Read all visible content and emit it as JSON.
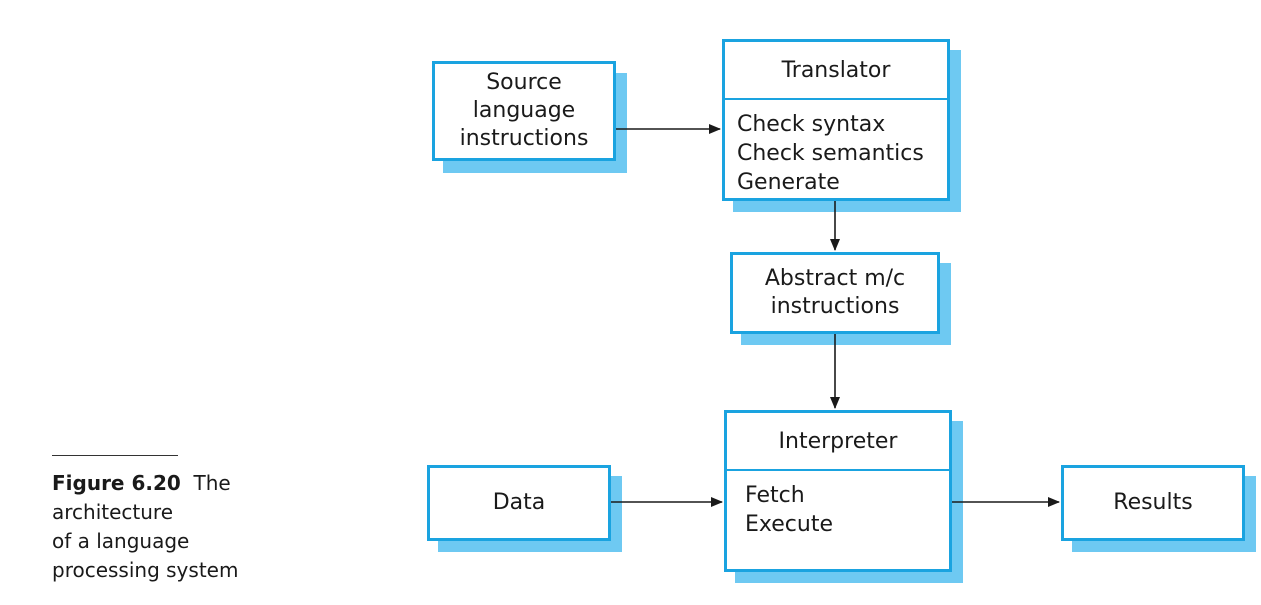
{
  "caption": {
    "figure_label": "Figure 6.20",
    "lines": [
      "The",
      "architecture",
      "of a language",
      "processing system"
    ]
  },
  "boxes": {
    "source": {
      "lines": [
        "Source",
        "language",
        "instructions"
      ]
    },
    "translator": {
      "title": "Translator",
      "items": [
        "Check syntax",
        "Check semantics",
        "Generate"
      ]
    },
    "abstract": {
      "lines": [
        "Abstract m/c",
        "instructions"
      ]
    },
    "interpreter": {
      "title": "Interpreter",
      "items": [
        "Fetch",
        "Execute"
      ]
    },
    "data": {
      "label": "Data"
    },
    "results": {
      "label": "Results"
    }
  },
  "colors": {
    "box_border": "#1aa3e0",
    "box_shadow": "#6ec9f2",
    "arrow": "#1a1a1a"
  }
}
